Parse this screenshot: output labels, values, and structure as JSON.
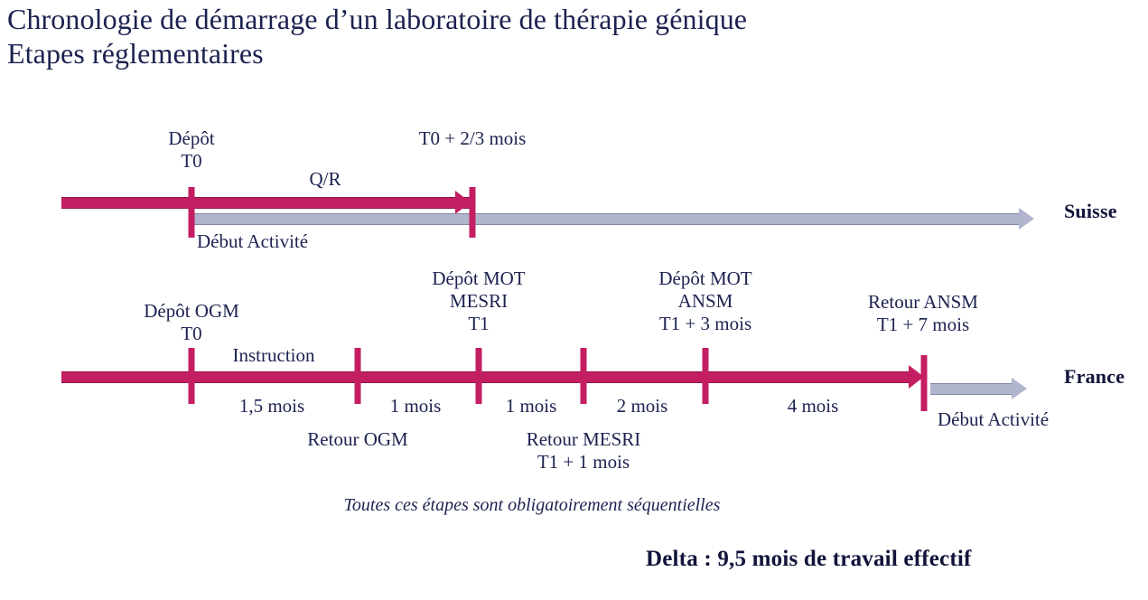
{
  "title": {
    "line1": "Chronologie de démarrage d’un laboratoire de thérapie génique",
    "line2": "Etapes réglementaires"
  },
  "colors": {
    "crimson": "#c41e63",
    "gray_blue": "#b0b5cd",
    "navy_text": "#1c2250"
  },
  "swiss": {
    "country_label": "Suisse",
    "milestones": [
      {
        "name": "depot-t0",
        "line1": "Dépôt",
        "line2": "T0"
      },
      {
        "name": "t0-plus",
        "line1": "T0 + 2/3 mois"
      }
    ],
    "phase_label": "Q/R",
    "activity_label": "Début Activité"
  },
  "france": {
    "country_label": "France",
    "milestones": [
      {
        "name": "depot-ogm",
        "line1": "Dépôt OGM",
        "line2": "T0"
      },
      {
        "name": "depot-mot-mesri",
        "line1": "Dépôt MOT",
        "line2": "MESRI",
        "line3": "T1"
      },
      {
        "name": "depot-mot-ansm",
        "line1": "Dépôt MOT",
        "line2": "ANSM",
        "line3": "T1 + 3 mois"
      },
      {
        "name": "retour-ansm",
        "line1": "Retour ANSM",
        "line2": "T1 + 7 mois"
      }
    ],
    "phase_label": "Instruction",
    "durations": [
      "1,5 mois",
      "1 mois",
      "1 mois",
      "2 mois",
      "4 mois"
    ],
    "below_labels": [
      {
        "name": "retour-ogm",
        "line1": "Retour OGM"
      },
      {
        "name": "retour-mesri",
        "line1": "Retour MESRI",
        "line2": "T1 + 1 mois"
      }
    ],
    "activity_label": "Début Activité"
  },
  "footer": {
    "caption": "Toutes ces étapes sont obligatoirement séquentielles",
    "delta": "Delta : 9,5 mois de travail effectif"
  }
}
